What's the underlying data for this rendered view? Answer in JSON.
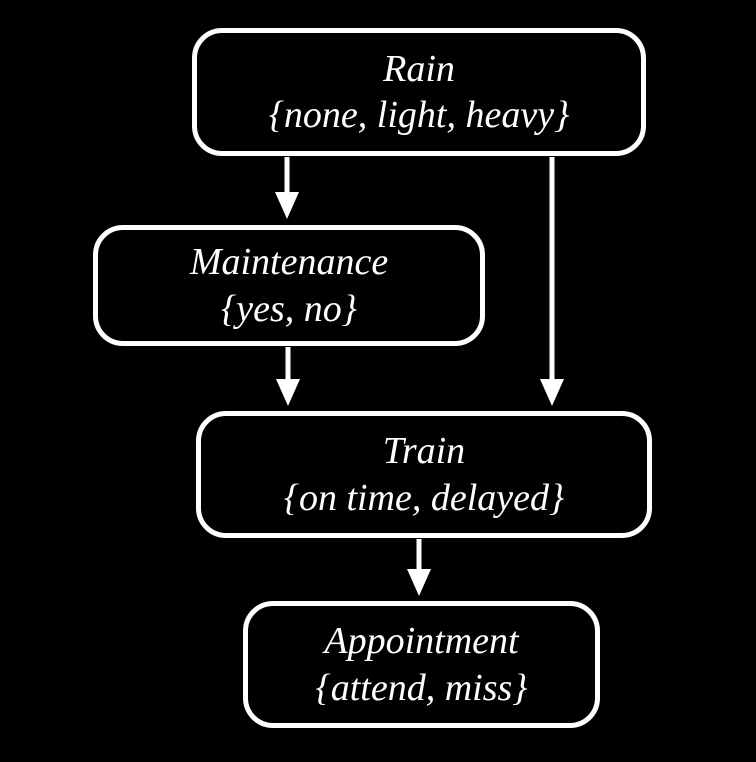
{
  "diagram": {
    "type": "bayesian-network",
    "background_color": "#000000",
    "node_border_color": "#ffffff",
    "node_fill_color": "#000000",
    "text_color": "#ffffff",
    "arrow_color": "#ffffff",
    "nodes": [
      {
        "id": "rain",
        "name": "Rain",
        "values": "{none, light, heavy}"
      },
      {
        "id": "maintenance",
        "name": "Maintenance",
        "values": "{yes, no}"
      },
      {
        "id": "train",
        "name": "Train",
        "values": "{on time, delayed}"
      },
      {
        "id": "appointment",
        "name": "Appointment",
        "values": "{attend, miss}"
      }
    ],
    "edges": [
      {
        "from": "Rain",
        "to": "Maintenance"
      },
      {
        "from": "Rain",
        "to": "Train"
      },
      {
        "from": "Maintenance",
        "to": "Train"
      },
      {
        "from": "Train",
        "to": "Appointment"
      }
    ]
  }
}
